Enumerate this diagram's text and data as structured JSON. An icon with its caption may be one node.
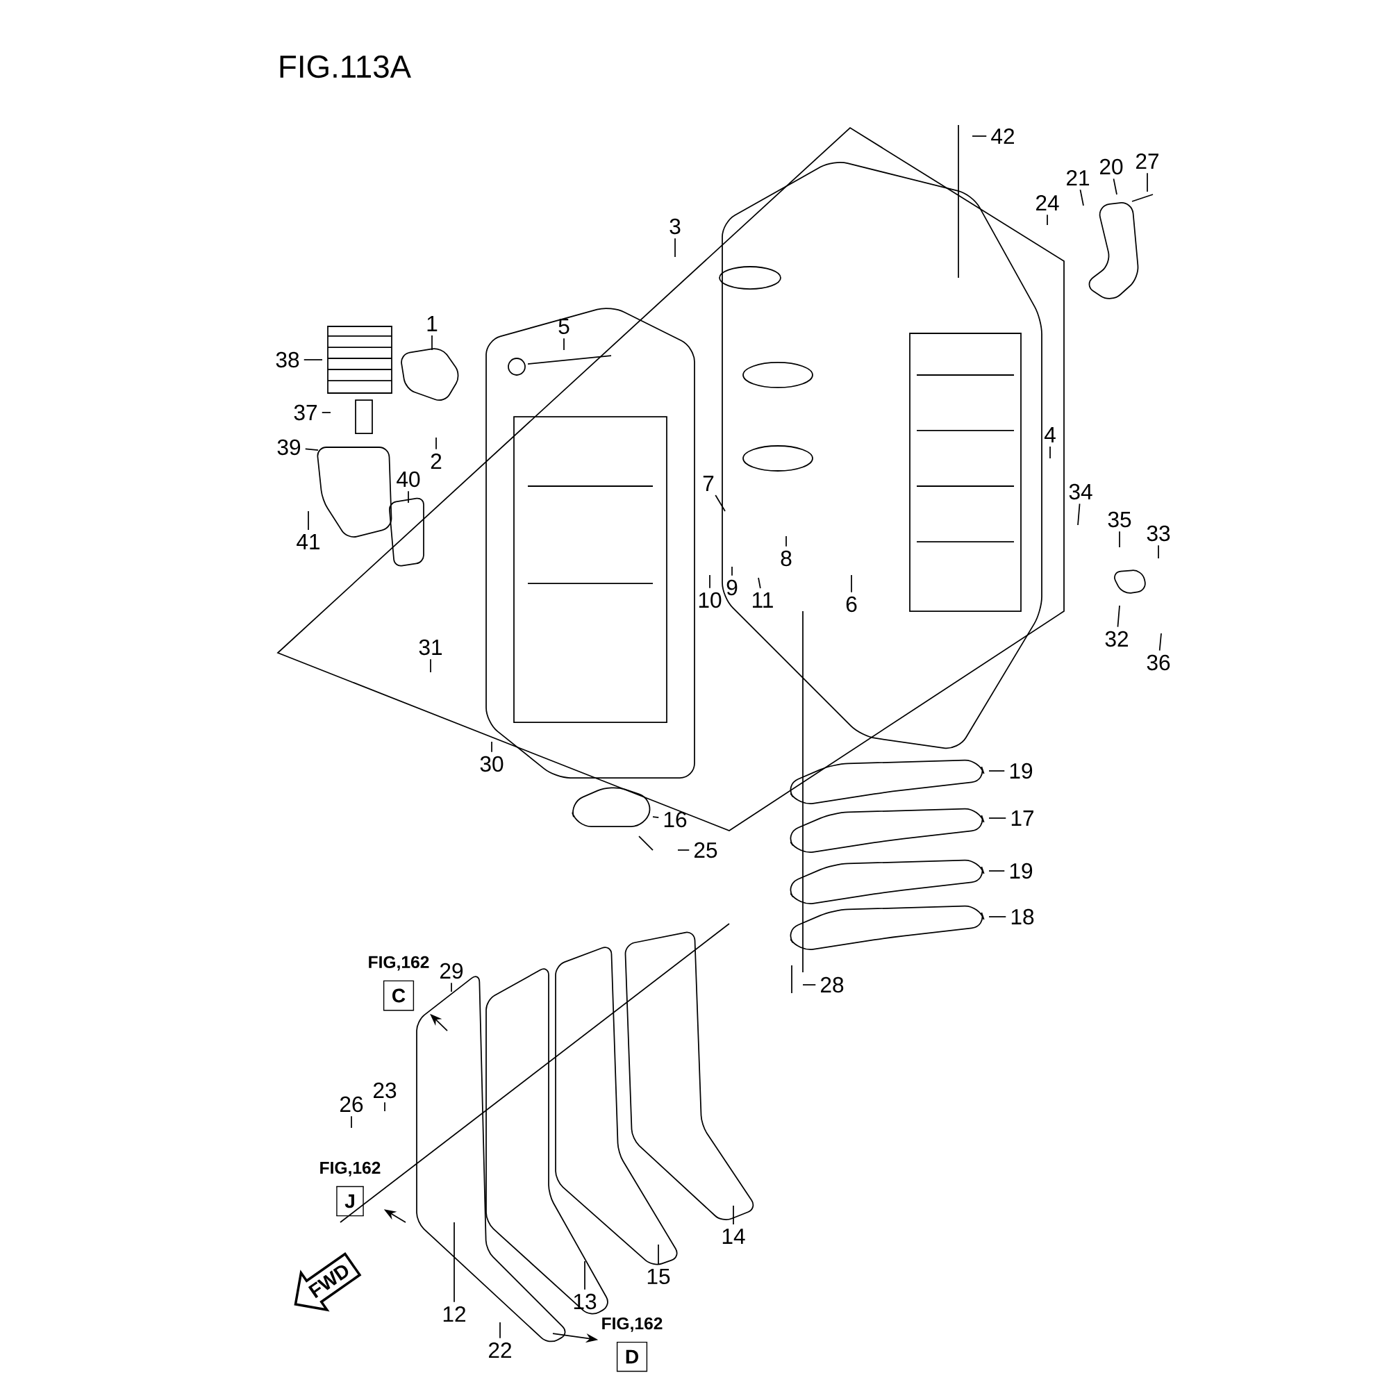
{
  "diagram": {
    "title": "FIG.113A",
    "nodes": [
      {
        "text": [
          "42"
        ]
      },
      {
        "text": [
          "27"
        ]
      },
      {
        "text": [
          "20"
        ]
      },
      {
        "text": [
          "21"
        ]
      },
      {
        "text": [
          "24"
        ]
      },
      {
        "text": [
          "3"
        ]
      },
      {
        "text": [
          "1"
        ]
      },
      {
        "text": [
          "5"
        ]
      },
      {
        "text": [
          "38"
        ]
      },
      {
        "text": [
          "37"
        ]
      },
      {
        "text": [
          "4"
        ]
      },
      {
        "text": [
          "39"
        ]
      },
      {
        "text": [
          "2"
        ]
      },
      {
        "text": [
          "40"
        ]
      },
      {
        "text": [
          "7"
        ]
      },
      {
        "text": [
          "34"
        ]
      },
      {
        "text": [
          "35"
        ]
      },
      {
        "text": [
          "33"
        ]
      },
      {
        "text": [
          "41"
        ]
      },
      {
        "text": [
          "8"
        ]
      },
      {
        "text": [
          "9"
        ]
      },
      {
        "text": [
          "10"
        ]
      },
      {
        "text": [
          "11"
        ]
      },
      {
        "text": [
          "6"
        ]
      },
      {
        "text": [
          "32"
        ]
      },
      {
        "text": [
          "31"
        ]
      },
      {
        "text": [
          "36"
        ]
      },
      {
        "text": [
          "30"
        ]
      },
      {
        "text": [
          "19"
        ]
      },
      {
        "text": [
          "17"
        ]
      },
      {
        "text": [
          "16"
        ]
      },
      {
        "text": [
          "25"
        ]
      },
      {
        "text": [
          "19"
        ]
      },
      {
        "text": [
          "18"
        ]
      },
      {
        "text": [
          "FIG,162",
          "C"
        ]
      },
      {
        "text": [
          "29"
        ]
      },
      {
        "text": [
          "28"
        ]
      },
      {
        "text": [
          "23"
        ]
      },
      {
        "text": [
          "26"
        ]
      },
      {
        "text": [
          "FIG,162",
          "J"
        ]
      },
      {
        "text": [
          "14"
        ]
      },
      {
        "text": [
          "15"
        ]
      },
      {
        "text": [
          "13"
        ]
      },
      {
        "text": [
          "12"
        ]
      },
      {
        "text": [
          "FWD"
        ]
      },
      {
        "text": [
          "FIG,162",
          "D"
        ]
      },
      {
        "text": [
          "22"
        ]
      }
    ],
    "edges": [
      {
        "from": 0,
        "to": null,
        "arrow": "none"
      },
      {
        "from": 1,
        "to": null,
        "arrow": "none"
      },
      {
        "from": 2,
        "to": null,
        "arrow": "none"
      },
      {
        "from": 3,
        "to": null,
        "arrow": "none"
      },
      {
        "from": 4,
        "to": null,
        "arrow": "none"
      },
      {
        "from": 5,
        "to": null,
        "arrow": "none"
      },
      {
        "from": 6,
        "to": null,
        "arrow": "none"
      },
      {
        "from": 7,
        "to": null,
        "arrow": "none"
      },
      {
        "from": 8,
        "to": null,
        "arrow": "none"
      },
      {
        "from": 9,
        "to": null,
        "arrow": "none"
      },
      {
        "from": 10,
        "to": null,
        "arrow": "none"
      },
      {
        "from": 11,
        "to": null,
        "arrow": "none"
      },
      {
        "from": 12,
        "to": null,
        "arrow": "none"
      },
      {
        "from": 13,
        "to": null,
        "arrow": "none"
      },
      {
        "from": 14,
        "to": null,
        "arrow": "none"
      },
      {
        "from": 15,
        "to": null,
        "arrow": "none"
      },
      {
        "from": 16,
        "to": null,
        "arrow": "none"
      },
      {
        "from": 17,
        "to": null,
        "arrow": "none"
      },
      {
        "from": 18,
        "to": null,
        "arrow": "none"
      },
      {
        "from": 19,
        "to": null,
        "arrow": "none"
      },
      {
        "from": 20,
        "to": null,
        "arrow": "none"
      },
      {
        "from": 21,
        "to": null,
        "arrow": "none"
      },
      {
        "from": 22,
        "to": null,
        "arrow": "none"
      },
      {
        "from": 23,
        "to": null,
        "arrow": "none"
      },
      {
        "from": 24,
        "to": null,
        "arrow": "none"
      },
      {
        "from": 25,
        "to": null,
        "arrow": "none"
      },
      {
        "from": 26,
        "to": null,
        "arrow": "none"
      },
      {
        "from": 27,
        "to": null,
        "arrow": "none"
      },
      {
        "from": 28,
        "to": null,
        "arrow": "none"
      },
      {
        "from": 29,
        "to": null,
        "arrow": "none"
      },
      {
        "from": 30,
        "to": null,
        "arrow": "none"
      },
      {
        "from": 31,
        "to": null,
        "arrow": "none"
      },
      {
        "from": 32,
        "to": null,
        "arrow": "none"
      },
      {
        "from": 33,
        "to": null,
        "arrow": "none"
      },
      {
        "from": null,
        "to": 34,
        "arrow": "to"
      },
      {
        "from": 35,
        "to": null,
        "arrow": "none"
      },
      {
        "from": 36,
        "to": null,
        "arrow": "none"
      },
      {
        "from": 37,
        "to": null,
        "arrow": "none"
      },
      {
        "from": 38,
        "to": null,
        "arrow": "none"
      },
      {
        "from": null,
        "to": 39,
        "arrow": "to"
      },
      {
        "from": 40,
        "to": null,
        "arrow": "none"
      },
      {
        "from": 41,
        "to": null,
        "arrow": "none"
      },
      {
        "from": 42,
        "to": null,
        "arrow": "none"
      },
      {
        "from": 43,
        "to": null,
        "arrow": "none"
      },
      {
        "from": null,
        "to": 45,
        "arrow": "to"
      },
      {
        "from": 46,
        "to": null,
        "arrow": "none"
      }
    ]
  }
}
